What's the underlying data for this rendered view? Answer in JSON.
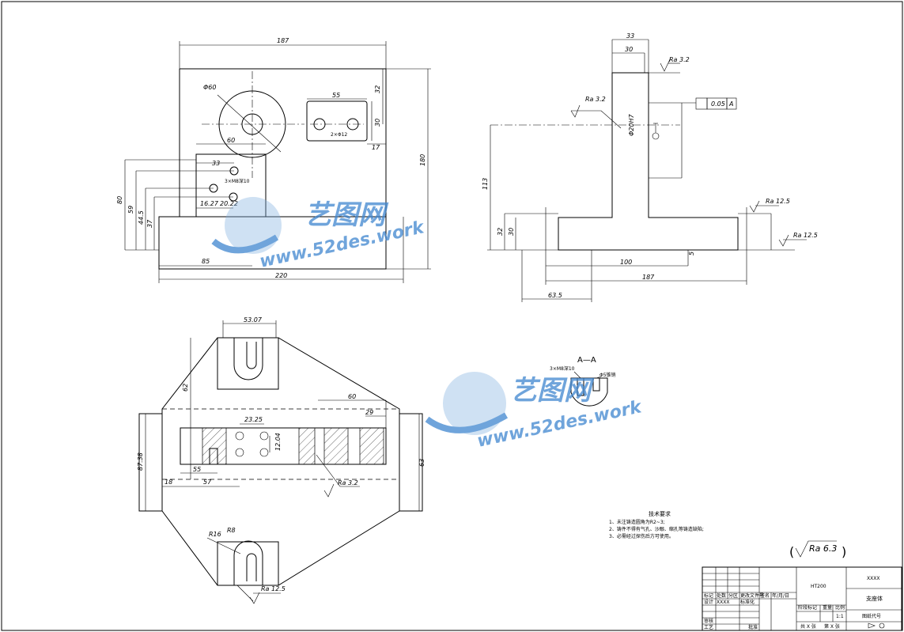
{
  "watermark": {
    "brand": "艺图网",
    "url": "www.52des.work",
    "color": "#3f86cf"
  },
  "front_view": {
    "dims": {
      "overall_width": "187",
      "total_width": "220",
      "hole_dia": "Φ60",
      "d55": "55",
      "d32": "32",
      "d30": "30",
      "d17": "17",
      "holes2": "2×Φ12",
      "d60": "60",
      "d33": "33",
      "holes3": "3×M8深10",
      "h80": "80",
      "h59": "59",
      "h44": "44.5",
      "h37": "37",
      "d16": "16.27",
      "d20": "20.22",
      "d85": "85",
      "h180": "180"
    }
  },
  "side_view": {
    "dims": {
      "d33": "33",
      "d30": "30",
      "ra32a": "Ra 3.2",
      "ra32b": "Ra 3.2",
      "bore": "Φ20H7",
      "tol": "0.05",
      "datum": "A",
      "h113": "113",
      "ra125a": "Ra 12.5",
      "ra125b": "Ra 12.5",
      "h32": "32",
      "h30": "30",
      "d100": "100",
      "d5": "5",
      "d187": "187",
      "d635": "63.5"
    }
  },
  "top_view": {
    "dims": {
      "d5307": "53.07",
      "d62": "62",
      "d60": "60",
      "d29": "29",
      "d2325": "23.25",
      "d1204": "12.04",
      "d8738": "87.38",
      "d55": "55",
      "d18": "18",
      "d57": "57",
      "ra32": "Ra 3.2",
      "d63": "63",
      "r16": "R16",
      "r8": "R8",
      "ra125": "Ra 12.5"
    }
  },
  "section": {
    "label": "A—A",
    "note_left": "3×M8深10",
    "note_right": "Φ5锥销"
  },
  "tech_req": {
    "title": "技术要求",
    "items": [
      "1、未注铸造圆角为R2~3;",
      "2、铸件不得有气孔、沙眼、缩孔等铸造缺陷;",
      "3、必需经过探伤后方可使用。"
    ]
  },
  "roughness_general": "Ra 6.3",
  "title_block": {
    "material": "HT200",
    "company": "XXXX",
    "part_name": "支座体",
    "stage_mark": "阶段标记",
    "weight": "重量",
    "scale_label": "比例",
    "scale": "1:1",
    "sheets": "共 X 张",
    "sheet_no": "第 X 张",
    "drawing_no": "图纸代号",
    "row_labels": [
      "标记",
      "处数",
      "设计",
      "审核",
      "工艺",
      "批准"
    ],
    "designer": "XXXX",
    "standardize": "标准化",
    "header_cells": [
      "分区",
      "更改文件号",
      "签名",
      "年/月/日"
    ]
  }
}
